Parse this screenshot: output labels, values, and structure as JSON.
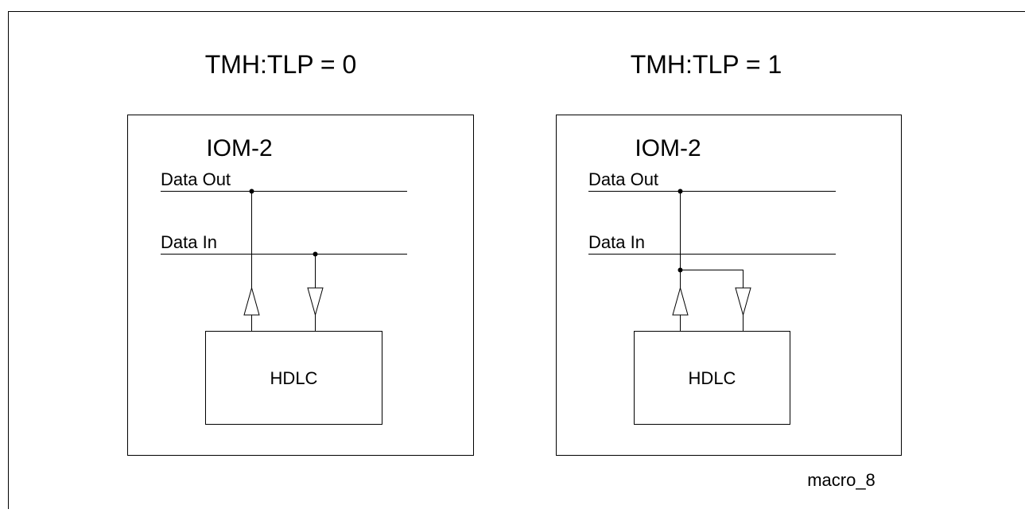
{
  "panels": [
    {
      "title": "TMH:TLP = 0",
      "bus_label": "IOM-2",
      "data_out_label": "Data Out",
      "data_in_label": "Data In",
      "block_label": "HDLC"
    },
    {
      "title": "TMH:TLP = 1",
      "bus_label": "IOM-2",
      "data_out_label": "Data Out",
      "data_in_label": "Data In",
      "block_label": "HDLC"
    }
  ],
  "figure_id": "macro_8",
  "colors": {
    "line": "#000000",
    "background": "#ffffff"
  }
}
